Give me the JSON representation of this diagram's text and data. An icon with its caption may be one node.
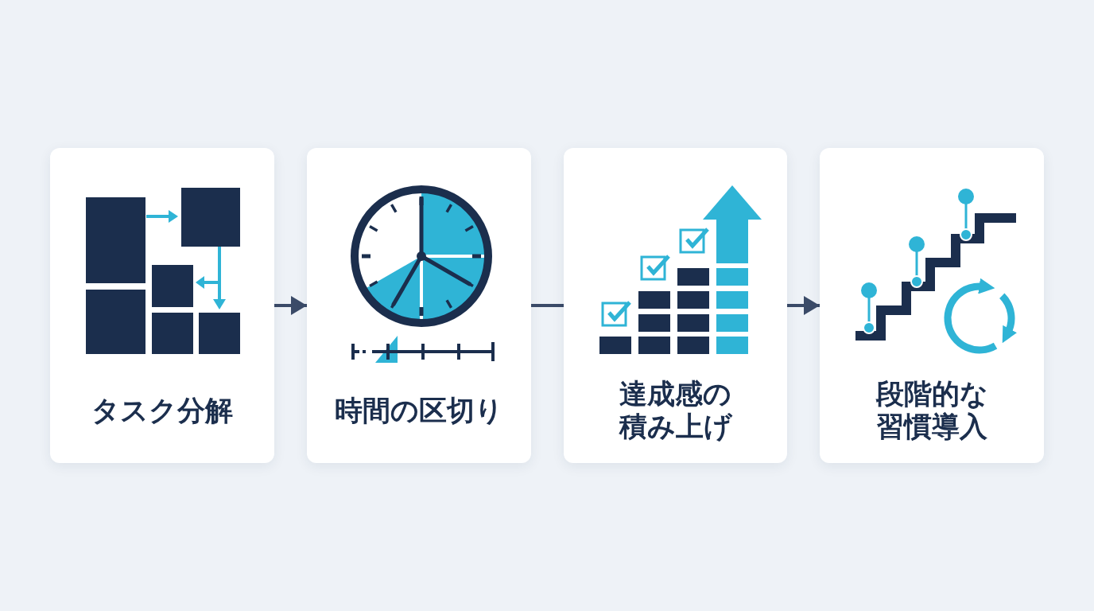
{
  "diagram": {
    "nodes": [
      {
        "text": [
          "タスク分解"
        ]
      },
      {
        "text": [
          "時間の区切り"
        ]
      },
      {
        "text": [
          "達成感の積み上げ"
        ]
      },
      {
        "text": [
          "段階的な習慣導入"
        ]
      }
    ],
    "edges": [
      {
        "from": 0,
        "to": 1,
        "arrow": "to"
      },
      {
        "from": 1,
        "to": 2,
        "arrow": "none"
      },
      {
        "from": 2,
        "to": 3,
        "arrow": "to"
      }
    ]
  }
}
